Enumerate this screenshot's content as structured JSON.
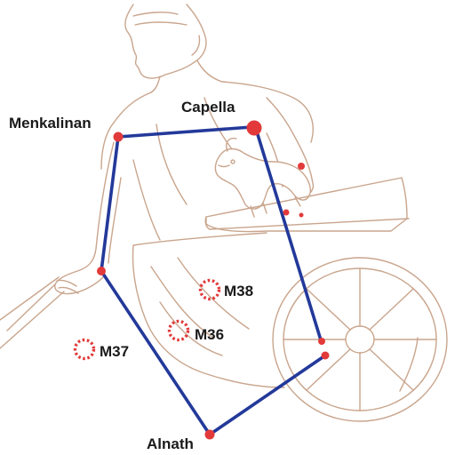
{
  "stars": {
    "capella": "Capella",
    "menkalinan": "Menkalinan",
    "alnath": "Alnath"
  },
  "clusters": {
    "m36": "M36",
    "m37": "M37",
    "m38": "M38"
  },
  "colors": {
    "star": "#e23a3a",
    "constellation_line": "#23399a",
    "figure_outline": "#c9a58d",
    "label": "#1a1a1a"
  }
}
